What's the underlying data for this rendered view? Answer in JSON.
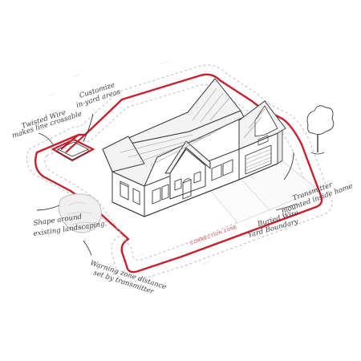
{
  "diagram": {
    "labels": {
      "twisted_wire_1": "Twisted Wire",
      "twisted_wire_2": "makes line crossable",
      "customize_1": "Customize",
      "customize_2": "in-yard areas",
      "shape_1": "Shape around",
      "shape_2": "existing landscaping.",
      "transmitter_1": "Transmitter",
      "transmitter_2": "mounted inside home",
      "buried_1": "Buried Wire",
      "buried_2": "Yard Boundary",
      "warning_1": "Warning zone distance",
      "warning_2": "set by transmitter",
      "correction_zone": "CORRECTION ZONE"
    },
    "colors": {
      "boundary_wire": "#c8202e",
      "warning_zone_line": "#bdbdbd",
      "ink": "#3a3a3a"
    }
  }
}
